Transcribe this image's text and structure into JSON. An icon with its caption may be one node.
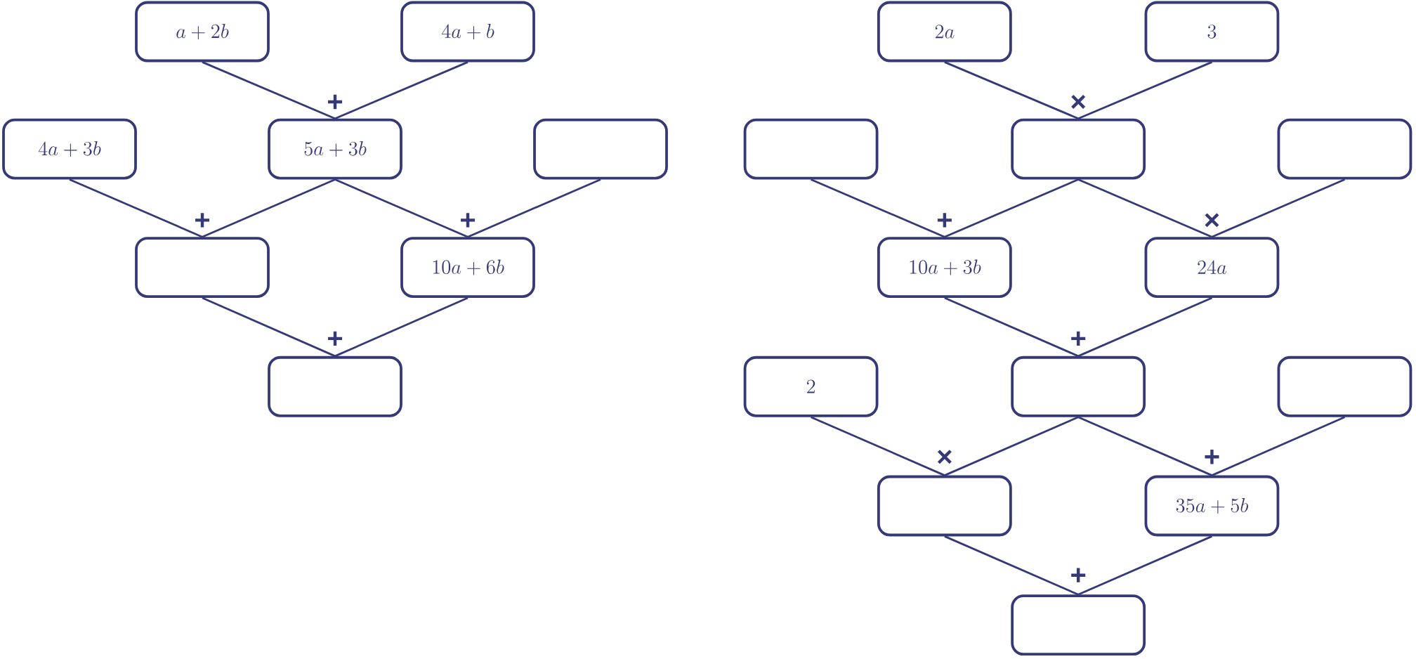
{
  "diagram": {
    "nodes": [
      {
        "text": [
          "a + 2b"
        ]
      },
      {
        "text": [
          "4a + b"
        ]
      },
      {
        "text": [
          "4a + 3b"
        ]
      },
      {
        "text": [
          "5a + 3b"
        ]
      },
      {
        "text": [],
        "shape": "box"
      },
      {
        "text": [],
        "shape": "box"
      },
      {
        "text": [
          "10a + 6b"
        ]
      },
      {
        "text": [],
        "shape": "box"
      },
      {
        "text": [
          "2a"
        ]
      },
      {
        "text": [
          "3"
        ]
      },
      {
        "text": [],
        "shape": "box"
      },
      {
        "text": [],
        "shape": "box"
      },
      {
        "text": [],
        "shape": "box"
      },
      {
        "text": [
          "10a + 3b"
        ]
      },
      {
        "text": [
          "24a"
        ]
      },
      {
        "text": [
          "2"
        ]
      },
      {
        "text": [],
        "shape": "box"
      },
      {
        "text": [],
        "shape": "box"
      },
      {
        "text": [],
        "shape": "box"
      },
      {
        "text": [
          "35a + 5b"
        ]
      },
      {
        "text": [],
        "shape": "box"
      }
    ],
    "edges": [
      {
        "from": 0,
        "to": 3,
        "arrow": "none"
      },
      {
        "from": 1,
        "to": 3,
        "arrow": "none"
      },
      {
        "from": 2,
        "to": 5,
        "arrow": "none"
      },
      {
        "from": 3,
        "to": 5,
        "arrow": "none"
      },
      {
        "from": 3,
        "to": 6,
        "arrow": "none"
      },
      {
        "from": 4,
        "to": 6,
        "arrow": "none"
      },
      {
        "from": 5,
        "to": 7,
        "arrow": "none"
      },
      {
        "from": 6,
        "to": 7,
        "arrow": "none"
      },
      {
        "from": 8,
        "to": 11,
        "arrow": "none"
      },
      {
        "from": 9,
        "to": 11,
        "arrow": "none"
      },
      {
        "from": 10,
        "to": 13,
        "arrow": "none"
      },
      {
        "from": 11,
        "to": 13,
        "arrow": "none"
      },
      {
        "from": 11,
        "to": 14,
        "arrow": "none"
      },
      {
        "from": 12,
        "to": 14,
        "arrow": "none"
      },
      {
        "from": 13,
        "to": 16,
        "arrow": "none"
      },
      {
        "from": 14,
        "to": 16,
        "arrow": "none"
      },
      {
        "from": 15,
        "to": 18,
        "arrow": "none"
      },
      {
        "from": 16,
        "to": 18,
        "arrow": "none"
      },
      {
        "from": 16,
        "to": 19,
        "arrow": "none"
      },
      {
        "from": 17,
        "to": 19,
        "arrow": "none"
      },
      {
        "from": 18,
        "to": 20,
        "arrow": "none"
      },
      {
        "from": 19,
        "to": 20,
        "arrow": "none"
      }
    ],
    "labels": [
      "+",
      "×",
      "+",
      "+",
      "+",
      "×",
      "+",
      "+",
      "×",
      "+",
      "+"
    ]
  }
}
